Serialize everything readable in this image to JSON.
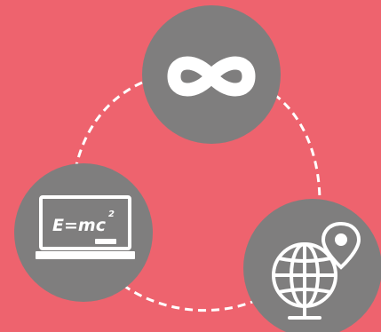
{
  "colors": {
    "background": "#EE636E",
    "node_fill": "#7F7E7E",
    "icon_color": "#FFFFFF",
    "connector": "#FFFFFF"
  },
  "connector_style": "dashed",
  "nodes": [
    {
      "id": "top",
      "icon": "infinity-icon"
    },
    {
      "id": "left",
      "icon": "chalkboard-icon",
      "formula": "E=mc",
      "formula_exponent": "2"
    },
    {
      "id": "right",
      "icon": "globe-location-pin-icon"
    }
  ]
}
